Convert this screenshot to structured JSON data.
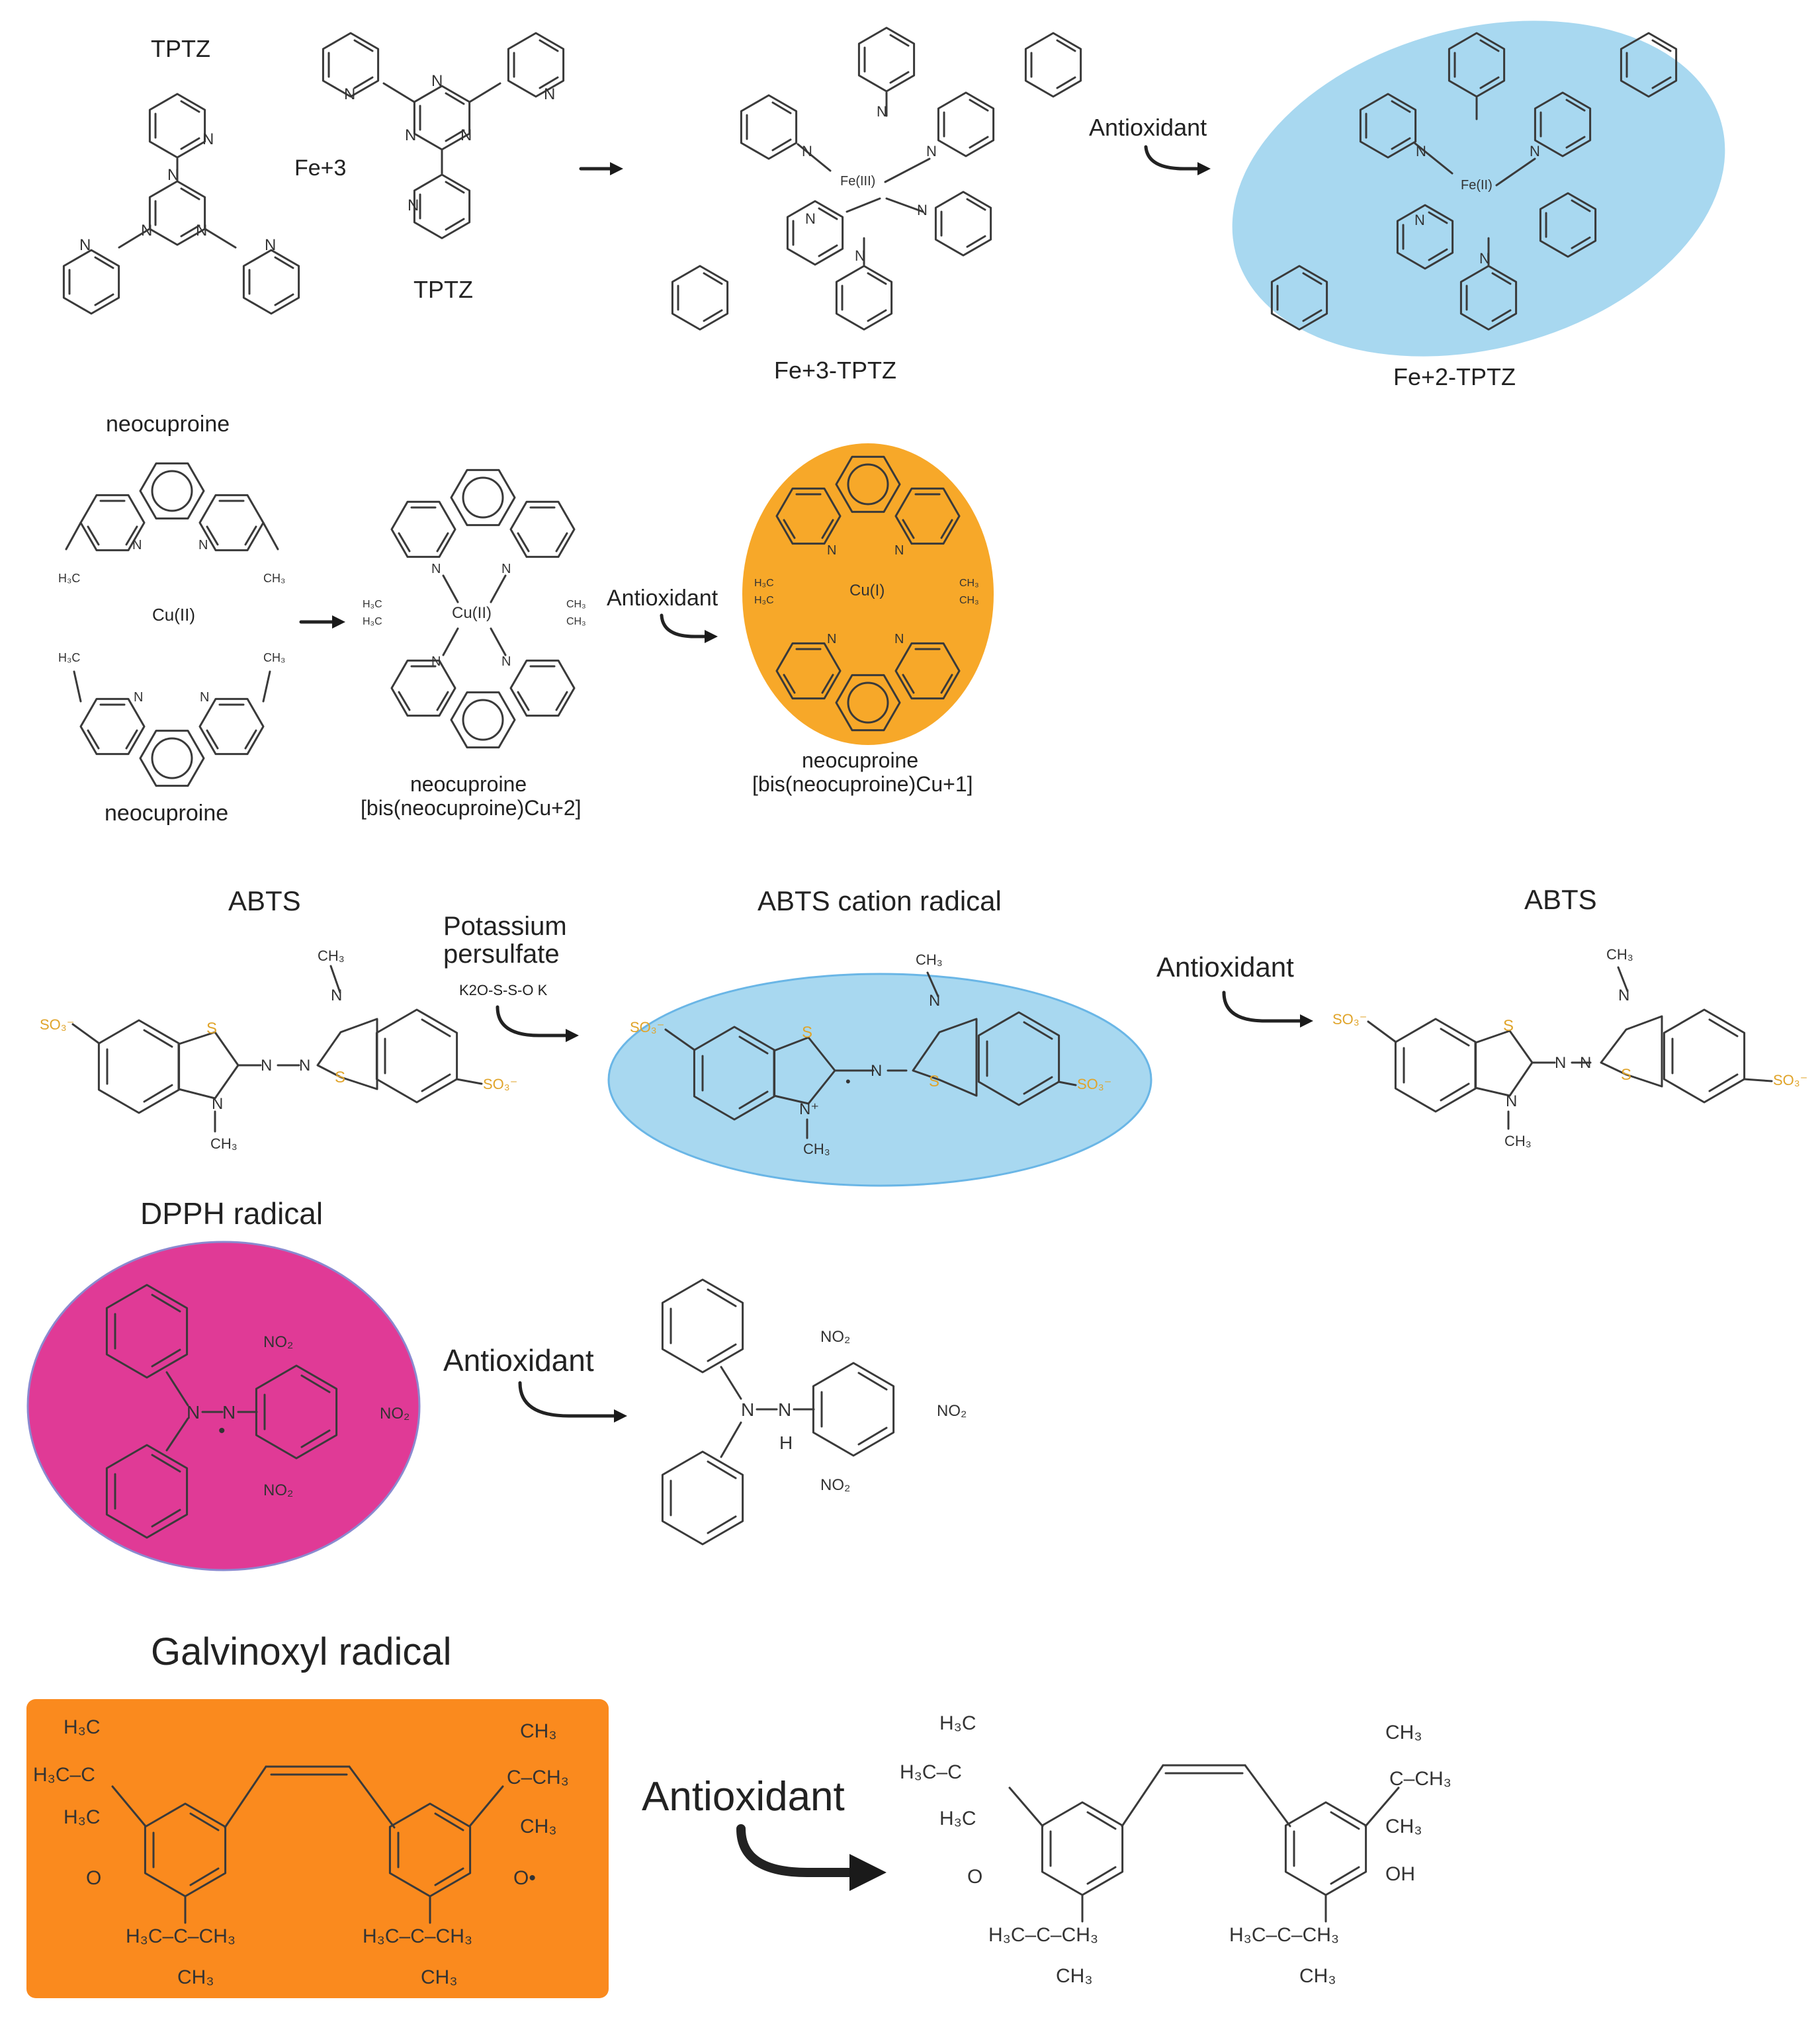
{
  "row1": {
    "tptz_label_1": "TPTZ",
    "fe3_label": "Fe+3",
    "tptz_label_2": "TPTZ",
    "fe3_complex_label": "Fe+3-TPTZ",
    "antioxidant_label": "Antioxidant",
    "fe2_complex_label": "Fe+2-TPTZ",
    "fe3_center": "Fe(III)",
    "fe2_center": "Fe(II)"
  },
  "row2": {
    "neocuproine_top": "neocuproine",
    "cu2_free": "Cu(II)",
    "neocuproine_bottom": "neocuproine",
    "complex_cu2_line1": "neocuproine",
    "complex_cu2_line2": "[bis(neocuproine)Cu+2]",
    "cu2_center": "Cu(II)",
    "antioxidant_label": "Antioxidant",
    "complex_cu1_line1": "neocuproine",
    "complex_cu1_line2": "[bis(neocuproine)Cu+1]",
    "cu1_center": "Cu(I)"
  },
  "row3": {
    "abts_label_1": "ABTS",
    "persulfate_line1": "Potassium",
    "persulfate_line2": "persulfate",
    "persulfate_formula": "K2O-S-S-O K",
    "cation_label": "ABTS cation radical",
    "antioxidant_label": "Antioxidant",
    "abts_label_2": "ABTS"
  },
  "row4": {
    "dpph_label": "DPPH radical",
    "antioxidant_label": "Antioxidant"
  },
  "row5": {
    "galvinoxyl_label": "Galvinoxyl radical",
    "antioxidant_label": "Antioxidant"
  },
  "colors": {
    "blue_highlight": "#a8d8f0",
    "orange_highlight": "#f7a829",
    "magenta_highlight": "#e03a96",
    "galvinoxyl_box": "#fa8a1e",
    "sulfur": "#e0a42a"
  }
}
